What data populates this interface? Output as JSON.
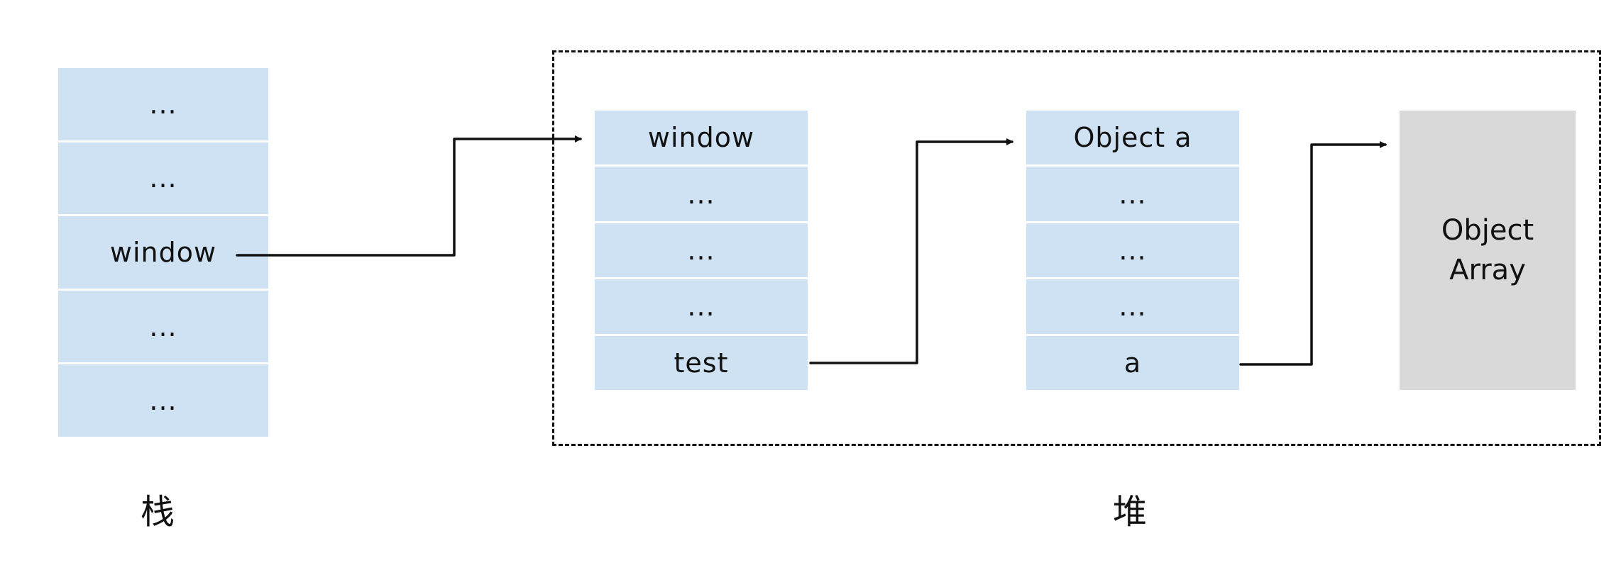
{
  "labels": {
    "stack": "栈",
    "heap": "堆"
  },
  "stack": {
    "rows": [
      "...",
      "...",
      "window",
      "...",
      "..."
    ]
  },
  "heap": {
    "window_object": {
      "rows": [
        "window",
        "...",
        "...",
        "...",
        "test"
      ]
    },
    "object_a": {
      "rows": [
        "Object a",
        "...",
        "...",
        "...",
        "a"
      ]
    },
    "object_array": {
      "line1": "Object",
      "line2": "Array"
    }
  },
  "colors": {
    "cell_bg": "#cfe2f3",
    "array_bg": "#d9d9d9",
    "line": "#111111"
  }
}
